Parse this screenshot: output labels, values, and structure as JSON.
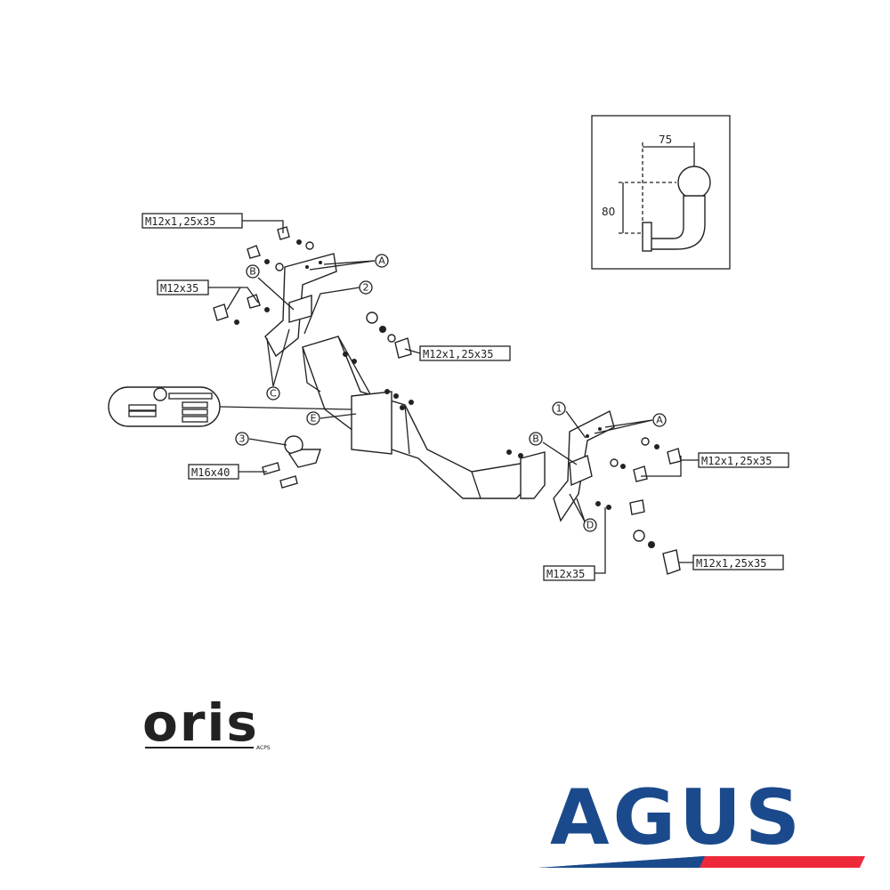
{
  "inset": {
    "width_label": "75",
    "height_label": "80"
  },
  "bolt_labels": [
    "M12x1,25x35",
    "M12x35",
    "M12x1,25x35",
    "M16x40",
    "M12x1,25x35",
    "M12x35",
    "M12x1,25x35"
  ],
  "callouts": {
    "a_left": "A",
    "b_left": "B",
    "two": "2",
    "c": "C",
    "e": "E",
    "three": "3",
    "one": "1",
    "a_right": "A",
    "b_right": "B",
    "d": "D"
  },
  "logos": {
    "oris": "oris",
    "oris_sub": "ACPS",
    "agus": "AGUS"
  },
  "colors": {
    "agus_blue": "#1b4a8c",
    "agus_red": "#ee2a3a",
    "line": "#222222"
  }
}
